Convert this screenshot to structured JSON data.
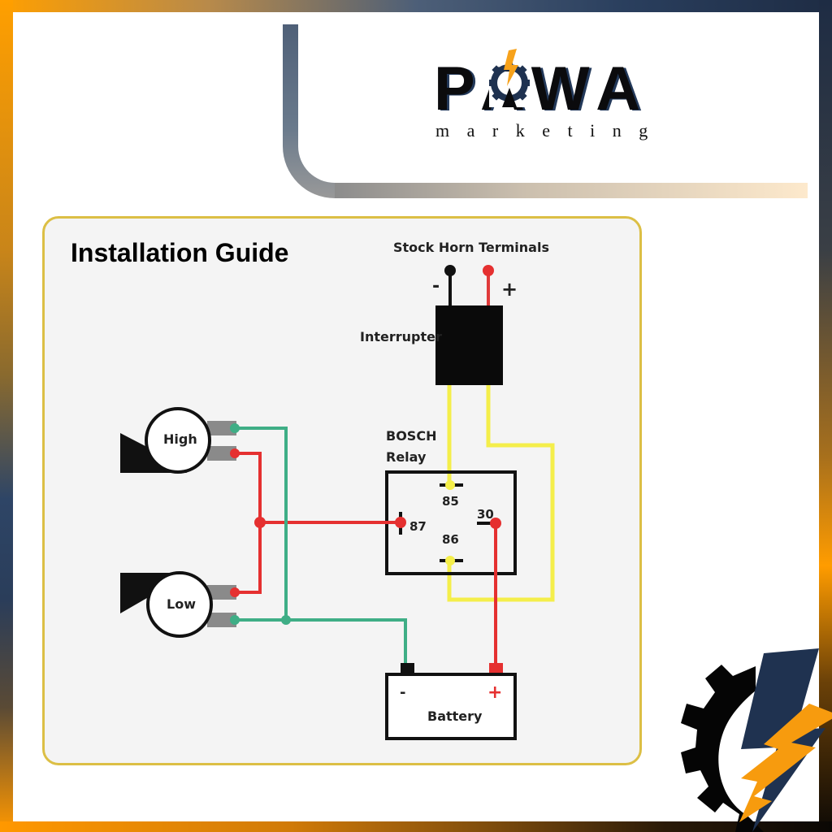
{
  "brand": {
    "name": "PAWA",
    "tagline": "marketing",
    "colors": {
      "orange": "#ff9f00",
      "navy": "#1f3250",
      "black": "#0b0b0d",
      "panel_border": "#dcbf45"
    }
  },
  "panel": {
    "title": "Installation Guide"
  },
  "diagram": {
    "stock_horn_terminals": {
      "label": "Stock Horn Terminals",
      "negative": "-",
      "positive": "+"
    },
    "interrupter": {
      "label": "Interrupter"
    },
    "relay": {
      "brand": "BOSCH",
      "label": "Relay",
      "pins": {
        "p85": "85",
        "p86": "86",
        "p87": "87",
        "p30": "30"
      }
    },
    "horns": [
      {
        "label": "High"
      },
      {
        "label": "Low"
      }
    ],
    "battery": {
      "label": "Battery",
      "negative": "-",
      "positive": "+"
    },
    "wire_colors": {
      "positive": "#e53030",
      "ground": "#3fae86",
      "control": "#f4ee4a",
      "stock_negative": "#111111"
    }
  }
}
